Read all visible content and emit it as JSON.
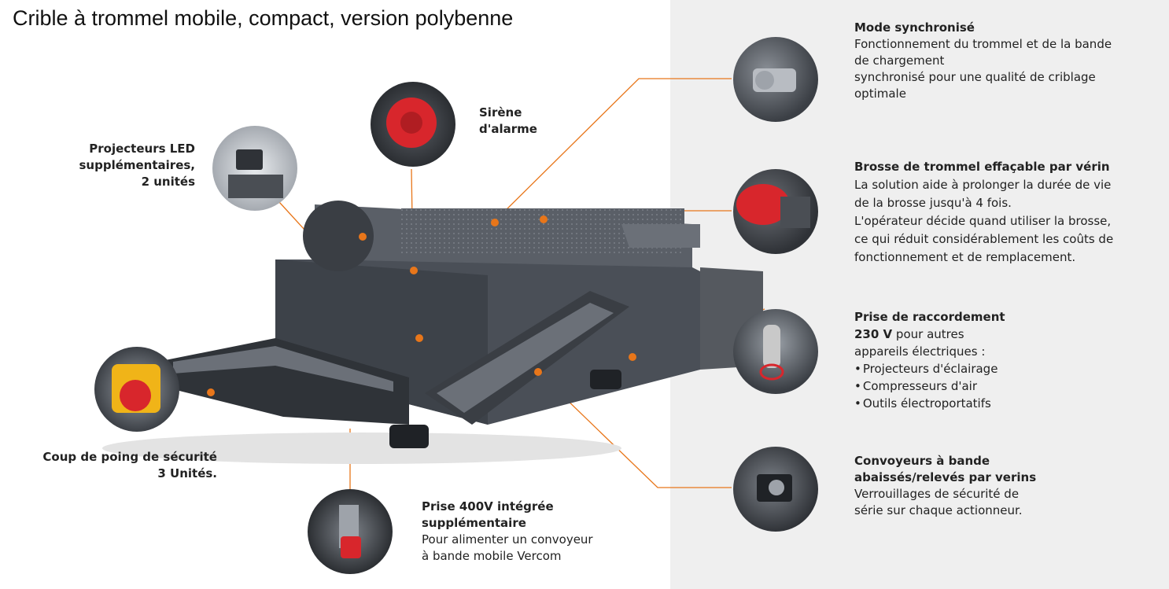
{
  "title": "Crible à trommel mobile, compact, version polybenne",
  "colors": {
    "accent": "#e8761a",
    "panel": "#efefef",
    "machine": "#4a4f57"
  },
  "callouts": {
    "mode": {
      "heading": "Mode synchronisé",
      "lines": [
        "Fonctionnement du trommel et de la bande",
        "de chargement",
        "synchronisé pour une qualité de criblage",
        "optimale"
      ]
    },
    "brosse": {
      "heading": "Brosse de trommel effaçable par vérin",
      "lines": [
        "La solution aide à prolonger la durée de vie",
        "de la brosse jusqu'à 4 fois.",
        "L'opérateur décide quand utiliser la brosse,",
        "ce qui réduit considérablement les coûts de",
        "fonctionnement et de remplacement."
      ]
    },
    "prise230": {
      "heading1": "Prise de raccordement",
      "heading2": "230 V",
      "after": " pour autres",
      "line": "appareils électriques :",
      "bullets": [
        "Projecteurs d'éclairage",
        "Compresseurs d'air",
        "Outils électroportatifs"
      ]
    },
    "convoyeurs": {
      "heading1": "Convoyeurs à bande",
      "heading2": "abaissés/relevés par verins",
      "lines": [
        "Verrouillages de sécurité de",
        "série sur chaque actionneur."
      ]
    },
    "sirene": {
      "lines": [
        "Sirène",
        "d'alarme"
      ]
    },
    "led": {
      "lines": [
        "Projecteurs LED",
        "supplémentaires,",
        "2 unités"
      ]
    },
    "coup": {
      "lines": [
        "Coup de poing de sécurité",
        "3 Unités."
      ]
    },
    "prise400": {
      "heading1": "Prise 400V intégrée",
      "heading2": "supplémentaire",
      "lines": [
        "Pour alimenter un convoyeur",
        "à bande mobile Vercom"
      ]
    }
  }
}
